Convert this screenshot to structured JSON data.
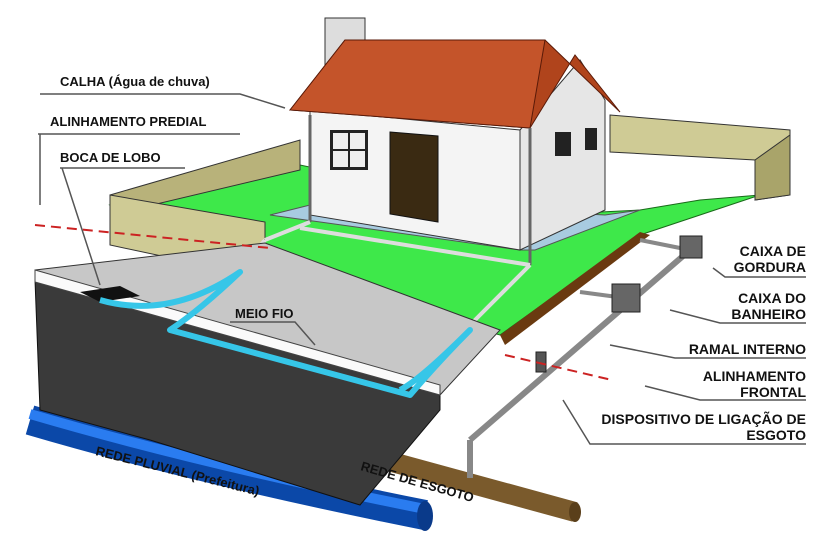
{
  "title": "Ligação de esgoto e rede pluvial",
  "labels": {
    "calha": "CALHA (Água de chuva)",
    "alinhamento_predial": "ALINHAMENTO PREDIAL",
    "boca_de_lobo": "BOCA DE LOBO",
    "meio_fio": "MEIO FIO",
    "rede_pluvial": "REDE PLUVIAL (Prefeitura)",
    "rede_esgoto": "REDE DE ESGOTO",
    "caixa_gordura_1": "CAIXA DE",
    "caixa_gordura_2": "GORDURA",
    "caixa_banheiro_1": "CAIXA DO",
    "caixa_banheiro_2": "BANHEIRO",
    "ramal_interno": "RAMAL INTERNO",
    "alinhamento_frontal_1": "ALINHAMENTO",
    "alinhamento_frontal_2": "FRONTAL",
    "dispositivo_1": "DISPOSITIVO DE LIGAÇÃO DE",
    "dispositivo_2": "ESGOTO"
  },
  "colors": {
    "lawn": "#3ee84a",
    "wall": "#c9c88e",
    "roof": "#b0441c",
    "street": "#3a3a3a",
    "water": "#36c6e8",
    "pluvial_pipe": "#1060d8",
    "sewer_pipe": "#8a6a38",
    "alignment_line": "#cc2222"
  }
}
